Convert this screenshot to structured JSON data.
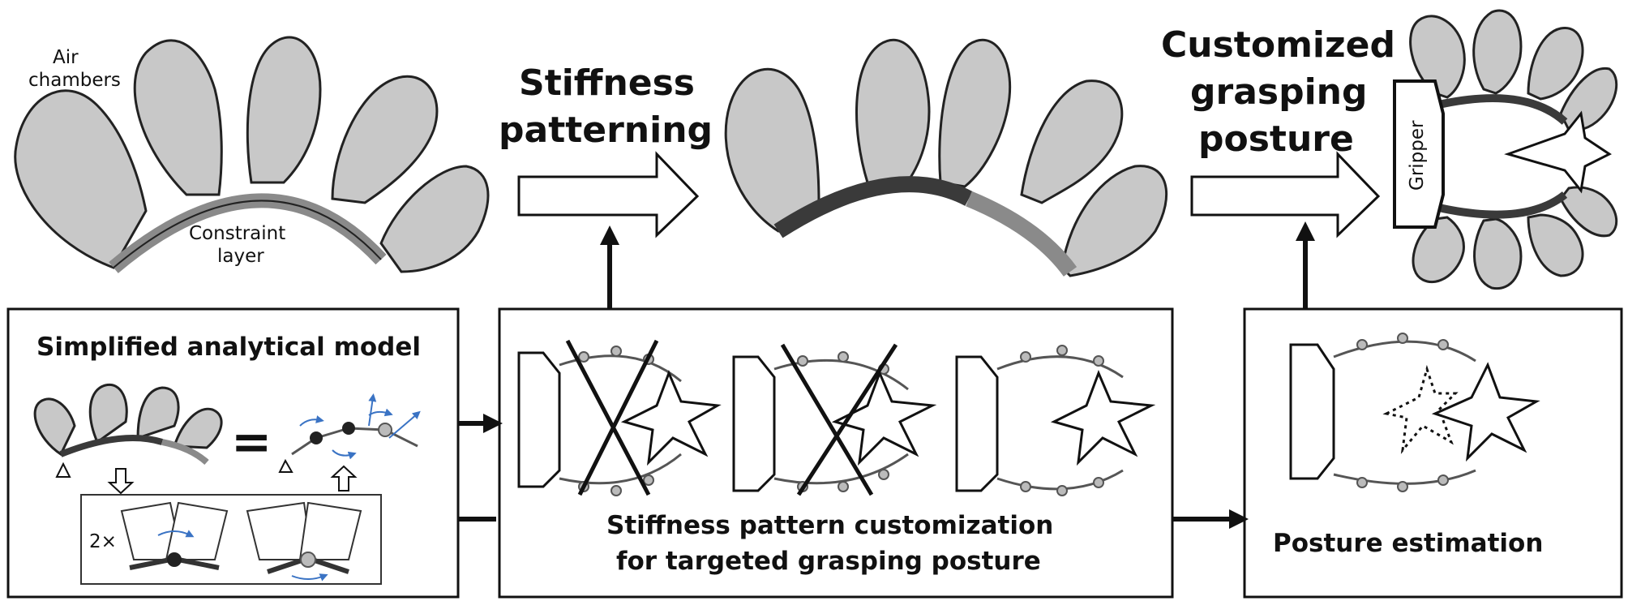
{
  "labels": {
    "air_chambers_1": "Air",
    "air_chambers_2": "chambers",
    "constraint_1": "Constraint",
    "constraint_2": "layer",
    "stiffness_1": "Stiffness",
    "stiffness_2": "patterning",
    "custom_1": "Customized",
    "custom_2": "grasping",
    "custom_3": "posture",
    "gripper": "Gripper",
    "model_title": "Simplified analytical model",
    "multiplier": "2×",
    "customization_1": "Stiffness pattern customization",
    "customization_2": "for targeted grasping posture",
    "posture_estimation": "Posture estimation",
    "equals": "="
  },
  "colors": {
    "chamber_fill": "#c8c8c8",
    "layer_light": "#8a8a8a",
    "layer_dark": "#3a3a3a",
    "blue_arrows": "#3a73c4"
  }
}
